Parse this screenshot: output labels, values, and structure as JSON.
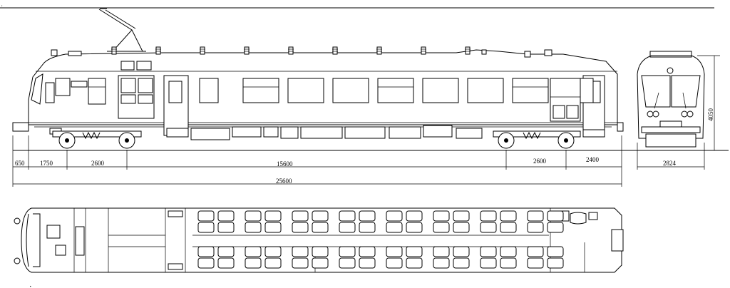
{
  "drawing": {
    "dimensions": {
      "d650": "650",
      "d1750": "1750",
      "d2600_left": "2600",
      "d15600": "15600",
      "d2600_right": "2600",
      "d2400": "2400",
      "d25600": "25600",
      "d2824": "2824",
      "d4050": "4050"
    },
    "side_view": {
      "window_count": 9,
      "pantograph_insulator_count": 9
    },
    "plan_view": {
      "seat_row_pairs": 8
    },
    "colors": {
      "line": "#000000",
      "background": "#ffffff"
    }
  }
}
